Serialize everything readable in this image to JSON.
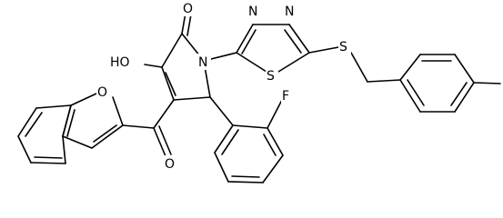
{
  "molecule": {
    "atoms": [
      {
        "id": "O_oxo",
        "label": "O"
      },
      {
        "id": "O_hydroxy",
        "label": "HO"
      },
      {
        "id": "N_pyrrole",
        "label": "N"
      },
      {
        "id": "N_td1",
        "label": "N"
      },
      {
        "id": "N_td2",
        "label": "N"
      },
      {
        "id": "S_ring",
        "label": "S"
      },
      {
        "id": "S_thioether",
        "label": "S"
      },
      {
        "id": "F_aryl",
        "label": "F"
      },
      {
        "id": "O_furan",
        "label": "O"
      },
      {
        "id": "O_carbonyl",
        "label": "O"
      }
    ]
  }
}
